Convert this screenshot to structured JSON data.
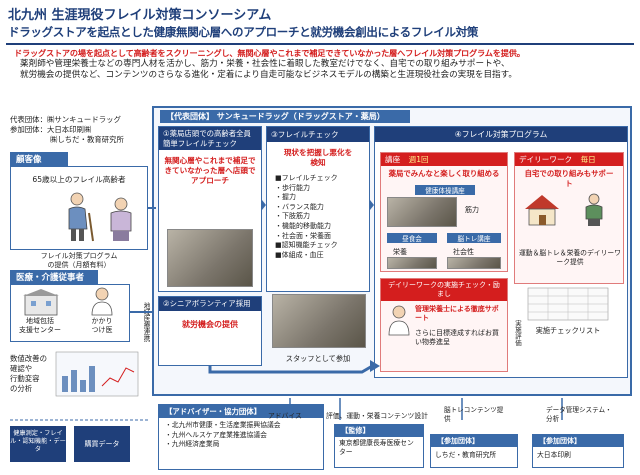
{
  "header": {
    "title": "北九州 生涯現役フレイル対策コンソーシアム",
    "subtitle": "ドラッグストアを起点とした健康無関心層へのアプローチと就労機会創出によるフレイル対策"
  },
  "intro": {
    "line1": "ドラッグストアの場を起点として高齢者をスクリーニングし、無関心層やこれまで補足できていなかった層へフレイル対策プログラムを提供。",
    "line2": "薬剤師や管理栄養士などの専門人材を活かし、筋力・栄養・社会性に着眼した教室だけでなく、自宅での取り組みサポートや、",
    "line3": "就労機会の提供など、コンテンツのさらなる進化・定着により自走可能なビジネスモデルの構築と生涯現役社会の実現を目指す。"
  },
  "meta": {
    "rep_label": "代表団体：",
    "rep_value": "㈱サンキュードラッグ",
    "part_label": "参加団体：",
    "part_value1": "大日本印刷㈱",
    "part_value2": "㈱しちだ・教育研究所"
  },
  "left": {
    "customer_header": "顧客像",
    "customer_text": "65歳以上のフレイル高齢者",
    "program_caption1": "フレイル対策プログラム",
    "program_caption2": "の提供（月額有料）",
    "care_header": "医療・介護従事者",
    "center_label1": "地域包括",
    "center_label2": "支援センター",
    "clinic_label1": "かかり",
    "clinic_label2": "つけ医",
    "link_label": "地域医療連携",
    "analysis1": "数値改善の",
    "analysis2": "確認や",
    "analysis3": "行動変容",
    "analysis4": "の分析",
    "data_box1": "健康測定・フレイル・認知機能・データ",
    "data_box2": "購買データ"
  },
  "main": {
    "rep_header": "【代表団体】 サンキュードラッグ（ドラッグストア・薬局）",
    "step1_title": "①薬局店頭での高齢者全員簡単フレイルチェック",
    "step1_text": "無関心層やこれまで補足できていなかった層へ店頭でアプローチ",
    "step2_title": "②シニアボランティア採用",
    "step2_text": "就労機会の提供",
    "step3_title": "③フレイルチェック",
    "step3_sub": "現状を把握し悪化を検知",
    "step3_items": [
      "■フレイルチェック",
      "・歩行能力",
      "・握力",
      "・バランス能力",
      "・下肢筋力",
      "・機能的移動能力",
      "・社会面・栄養面",
      "■認知機能チェック",
      "■体組成・血圧"
    ],
    "staff_label": "スタッフとして参加",
    "step4_title": "④フレイル対策プログラム",
    "class_label": "講座",
    "class_freq": "週1回",
    "class_desc": "薬局でみんなと楽しく取り組める",
    "class_item1": "健康体操講座",
    "class_item2": "筋力",
    "class_item3": "昼食会",
    "class_item4": "栄養",
    "class_item5": "脳トレ講座",
    "class_item6": "社会性",
    "daily_label": "デイリーワーク",
    "daily_freq": "毎日",
    "daily_desc": "自宅での取り組みもサポート",
    "daily_caption": "運動＆脳トレ＆栄養のデイリーワーク提供",
    "check_title": "デイリーワークの実施チェック・励まし",
    "check_sub": "管理栄養士による徹底サポート",
    "check_text": "さらに目標達成すればお買い物券進呈",
    "checklist_caption": "実施チェックリスト",
    "eval_label": "実施評価"
  },
  "bottom": {
    "advisor_header": "【アドバイザー・協力団体】",
    "advisor_items": [
      "・北九州市健康・生活産業振興協議会",
      "・九州ヘルスケア産業推進協議会",
      "・九州経済産業局"
    ],
    "advice_label": "アドバイス",
    "eval_label": "評価、運動・栄養コンテンツ設計",
    "supervise_header": "【監修】",
    "supervise_value": "東京都健康長寿医療センター",
    "brain_label": "脳トレコンテンツ提供",
    "participant1_header": "【参加団体】",
    "participant1_value": "しちだ・教育研究所",
    "data_label": "データ管理システム・分析",
    "participant2_header": "【参加団体】",
    "participant2_value": "大日本印刷"
  },
  "colors": {
    "navy": "#1f3f7a",
    "blue": "#3a6aa8",
    "red": "#d41e1e",
    "light": "#dfe7f4"
  }
}
